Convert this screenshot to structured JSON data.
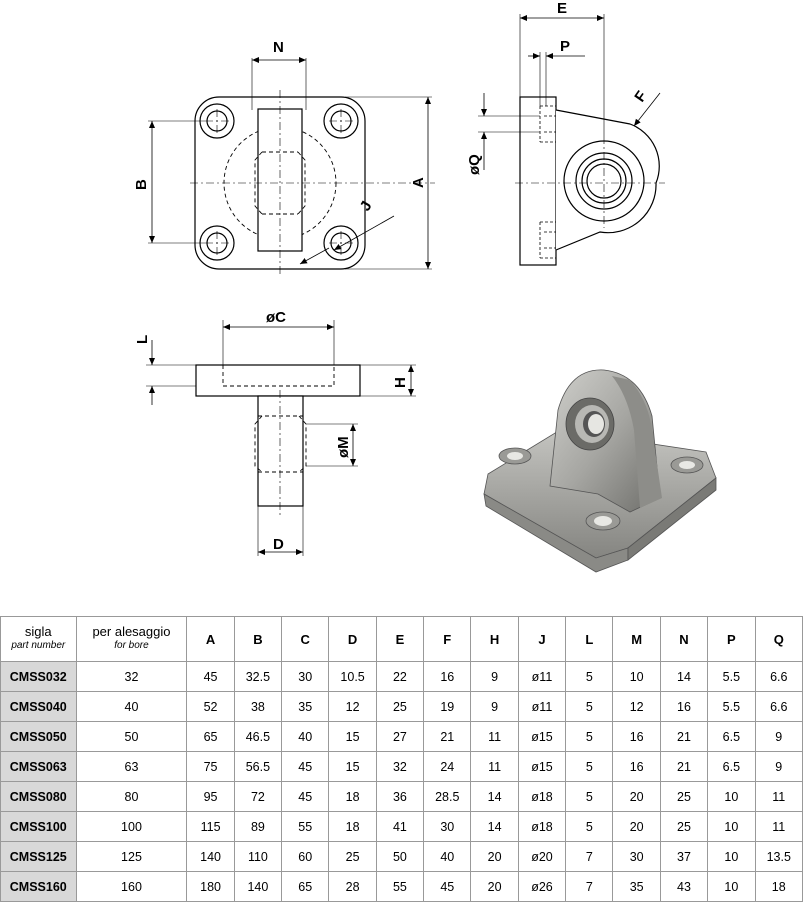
{
  "drawing": {
    "labels": {
      "E": "E",
      "P": "P",
      "F": "F",
      "Q": "øQ",
      "N": "N",
      "B": "B",
      "A": "A",
      "J": "J",
      "C": "øC",
      "L": "L",
      "H": "H",
      "M": "øM",
      "D": "D"
    }
  },
  "table": {
    "headers": {
      "sigla": "sigla",
      "sigla_sub": "part number",
      "bore": "per alesaggio",
      "bore_sub": "for bore",
      "cols": [
        "A",
        "B",
        "C",
        "D",
        "E",
        "F",
        "H",
        "J",
        "L",
        "M",
        "N",
        "P",
        "Q"
      ]
    },
    "rows": [
      {
        "code": "CMSS032",
        "bore": "32",
        "vals": [
          "45",
          "32.5",
          "30",
          "10.5",
          "22",
          "16",
          "9",
          "ø11",
          "5",
          "10",
          "14",
          "5.5",
          "6.6"
        ]
      },
      {
        "code": "CMSS040",
        "bore": "40",
        "vals": [
          "52",
          "38",
          "35",
          "12",
          "25",
          "19",
          "9",
          "ø11",
          "5",
          "12",
          "16",
          "5.5",
          "6.6"
        ]
      },
      {
        "code": "CMSS050",
        "bore": "50",
        "vals": [
          "65",
          "46.5",
          "40",
          "15",
          "27",
          "21",
          "11",
          "ø15",
          "5",
          "16",
          "21",
          "6.5",
          "9"
        ]
      },
      {
        "code": "CMSS063",
        "bore": "63",
        "vals": [
          "75",
          "56.5",
          "45",
          "15",
          "32",
          "24",
          "11",
          "ø15",
          "5",
          "16",
          "21",
          "6.5",
          "9"
        ]
      },
      {
        "code": "CMSS080",
        "bore": "80",
        "vals": [
          "95",
          "72",
          "45",
          "18",
          "36",
          "28.5",
          "14",
          "ø18",
          "5",
          "20",
          "25",
          "10",
          "11"
        ]
      },
      {
        "code": "CMSS100",
        "bore": "100",
        "vals": [
          "115",
          "89",
          "55",
          "18",
          "41",
          "30",
          "14",
          "ø18",
          "5",
          "20",
          "25",
          "10",
          "11"
        ]
      },
      {
        "code": "CMSS125",
        "bore": "125",
        "vals": [
          "140",
          "110",
          "60",
          "25",
          "50",
          "40",
          "20",
          "ø20",
          "7",
          "30",
          "37",
          "10",
          "13.5"
        ]
      },
      {
        "code": "CMSS160",
        "bore": "160",
        "vals": [
          "180",
          "140",
          "65",
          "28",
          "55",
          "45",
          "20",
          "ø26",
          "7",
          "35",
          "43",
          "10",
          "18"
        ]
      }
    ]
  }
}
